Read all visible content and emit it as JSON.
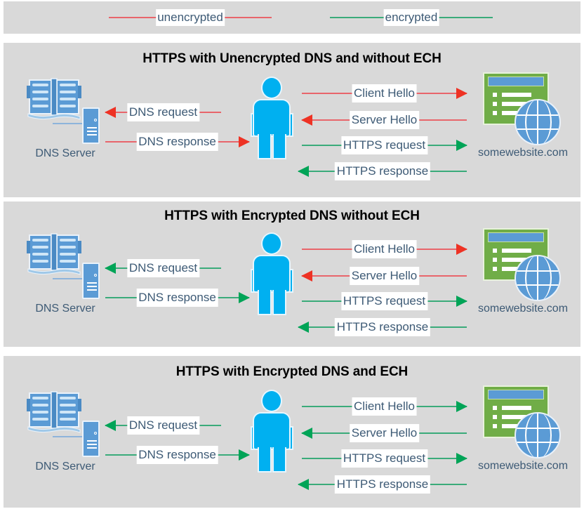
{
  "legend": {
    "items": [
      {
        "label": "unencrypted",
        "color": "#e8656b",
        "name": "legend-unencrypted"
      },
      {
        "label": "encrypted",
        "color": "#3aab7a",
        "name": "legend-encrypted"
      }
    ]
  },
  "colors": {
    "unencrypted": "#e8656b",
    "encrypted": "#3aab7a",
    "unencrypted_arrow": "#ee3224",
    "encrypted_arrow": "#00a457",
    "panel_bg": "#d9d9d9",
    "label_text": "#3d5a75",
    "title_text": "#000000",
    "person": "#00b0f0",
    "server_blue": "#5b9bd5",
    "browser_green": "#70ad47"
  },
  "node_labels": {
    "dns_server": "DNS Server",
    "website": "somewebsite.com"
  },
  "icons": {
    "dns_book": "book-icon",
    "dns_tower": "server-tower-icon",
    "person": "person-icon",
    "browser": "browser-window-icon",
    "globe": "globe-icon"
  },
  "panels": [
    {
      "title": "HTTPS with Unencrypted DNS and without ECH",
      "flows": [
        {
          "label": "DNS request",
          "direction": "left",
          "encrypted": false
        },
        {
          "label": "DNS response",
          "direction": "right",
          "encrypted": false
        },
        {
          "label": "Client Hello",
          "direction": "right",
          "encrypted": false
        },
        {
          "label": "Server Hello",
          "direction": "left",
          "encrypted": false
        },
        {
          "label": "HTTPS request",
          "direction": "right",
          "encrypted": true
        },
        {
          "label": "HTTPS response",
          "direction": "left",
          "encrypted": true
        }
      ]
    },
    {
      "title": "HTTPS with Encrypted DNS without ECH",
      "flows": [
        {
          "label": "DNS request",
          "direction": "left",
          "encrypted": true
        },
        {
          "label": "DNS response",
          "direction": "right",
          "encrypted": true
        },
        {
          "label": "Client Hello",
          "direction": "right",
          "encrypted": false
        },
        {
          "label": "Server Hello",
          "direction": "left",
          "encrypted": false
        },
        {
          "label": "HTTPS request",
          "direction": "right",
          "encrypted": true
        },
        {
          "label": "HTTPS response",
          "direction": "left",
          "encrypted": true
        }
      ]
    },
    {
      "title": "HTTPS with Encrypted DNS and ECH",
      "flows": [
        {
          "label": "DNS request",
          "direction": "left",
          "encrypted": true
        },
        {
          "label": "DNS response",
          "direction": "right",
          "encrypted": true
        },
        {
          "label": "Client Hello",
          "direction": "right",
          "encrypted": true
        },
        {
          "label": "Server Hello",
          "direction": "left",
          "encrypted": true
        },
        {
          "label": "HTTPS request",
          "direction": "right",
          "encrypted": true
        },
        {
          "label": "HTTPS response",
          "direction": "left",
          "encrypted": true
        }
      ]
    }
  ]
}
